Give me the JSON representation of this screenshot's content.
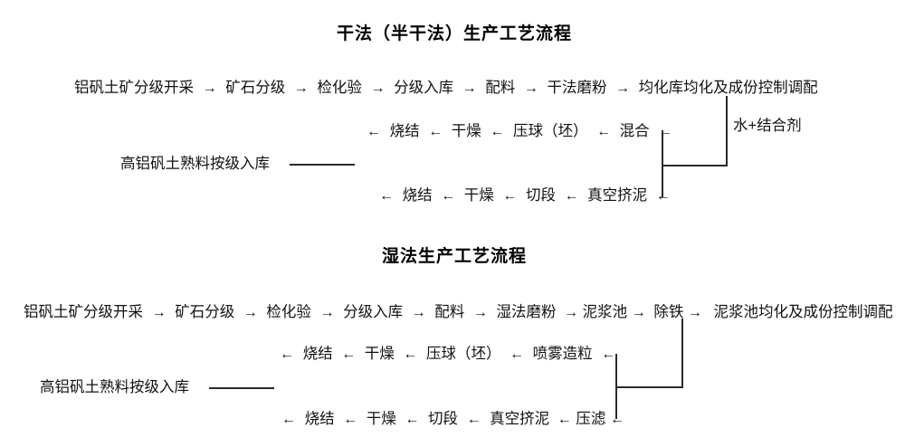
{
  "page": {
    "background_color": "#ffffff",
    "text_color": "#111111",
    "line_color": "#2a2a2a"
  },
  "dry_section": {
    "title": "干法（半干法）生产工艺流程",
    "row1": {
      "nodes": [
        "铝矾土矿分级开采",
        "矿石分级",
        "检化验",
        "分级入库",
        "配料",
        "干法磨粉",
        "均化库均化及成份控制调配"
      ],
      "arrow": "→",
      "direction": "right"
    },
    "row2": {
      "nodes": [
        "烧结",
        "干燥",
        "压球（坯）",
        "混合"
      ],
      "arrow": "←",
      "direction": "left"
    },
    "row3": {
      "label": "高铝矾土熟料按级入库",
      "connector": "line"
    },
    "row4": {
      "nodes": [
        "烧结",
        "干燥",
        "切段",
        "真空挤泥"
      ],
      "arrow": "←",
      "direction": "left"
    },
    "note": "水+结合剂"
  },
  "wet_section": {
    "title": "湿法生产工艺流程",
    "row1": {
      "nodes": [
        "铝矾土矿分级开采",
        "矿石分级",
        "检化验",
        "分级入库",
        "配料",
        "湿法磨粉",
        "泥浆池",
        "除铁",
        "泥浆池均化及成份控制调配"
      ],
      "arrow": "→",
      "direction": "right"
    },
    "row2": {
      "nodes": [
        "烧结",
        "干燥",
        "压球（坯）",
        "喷雾造粒"
      ],
      "arrow": "←",
      "direction": "left"
    },
    "row3": {
      "label": "高铝矾土熟料按级入库",
      "connector": "line"
    },
    "row4": {
      "nodes": [
        "烧结",
        "干燥",
        "切段",
        "真空挤泥",
        "压滤"
      ],
      "arrow": "←",
      "direction": "left"
    }
  }
}
